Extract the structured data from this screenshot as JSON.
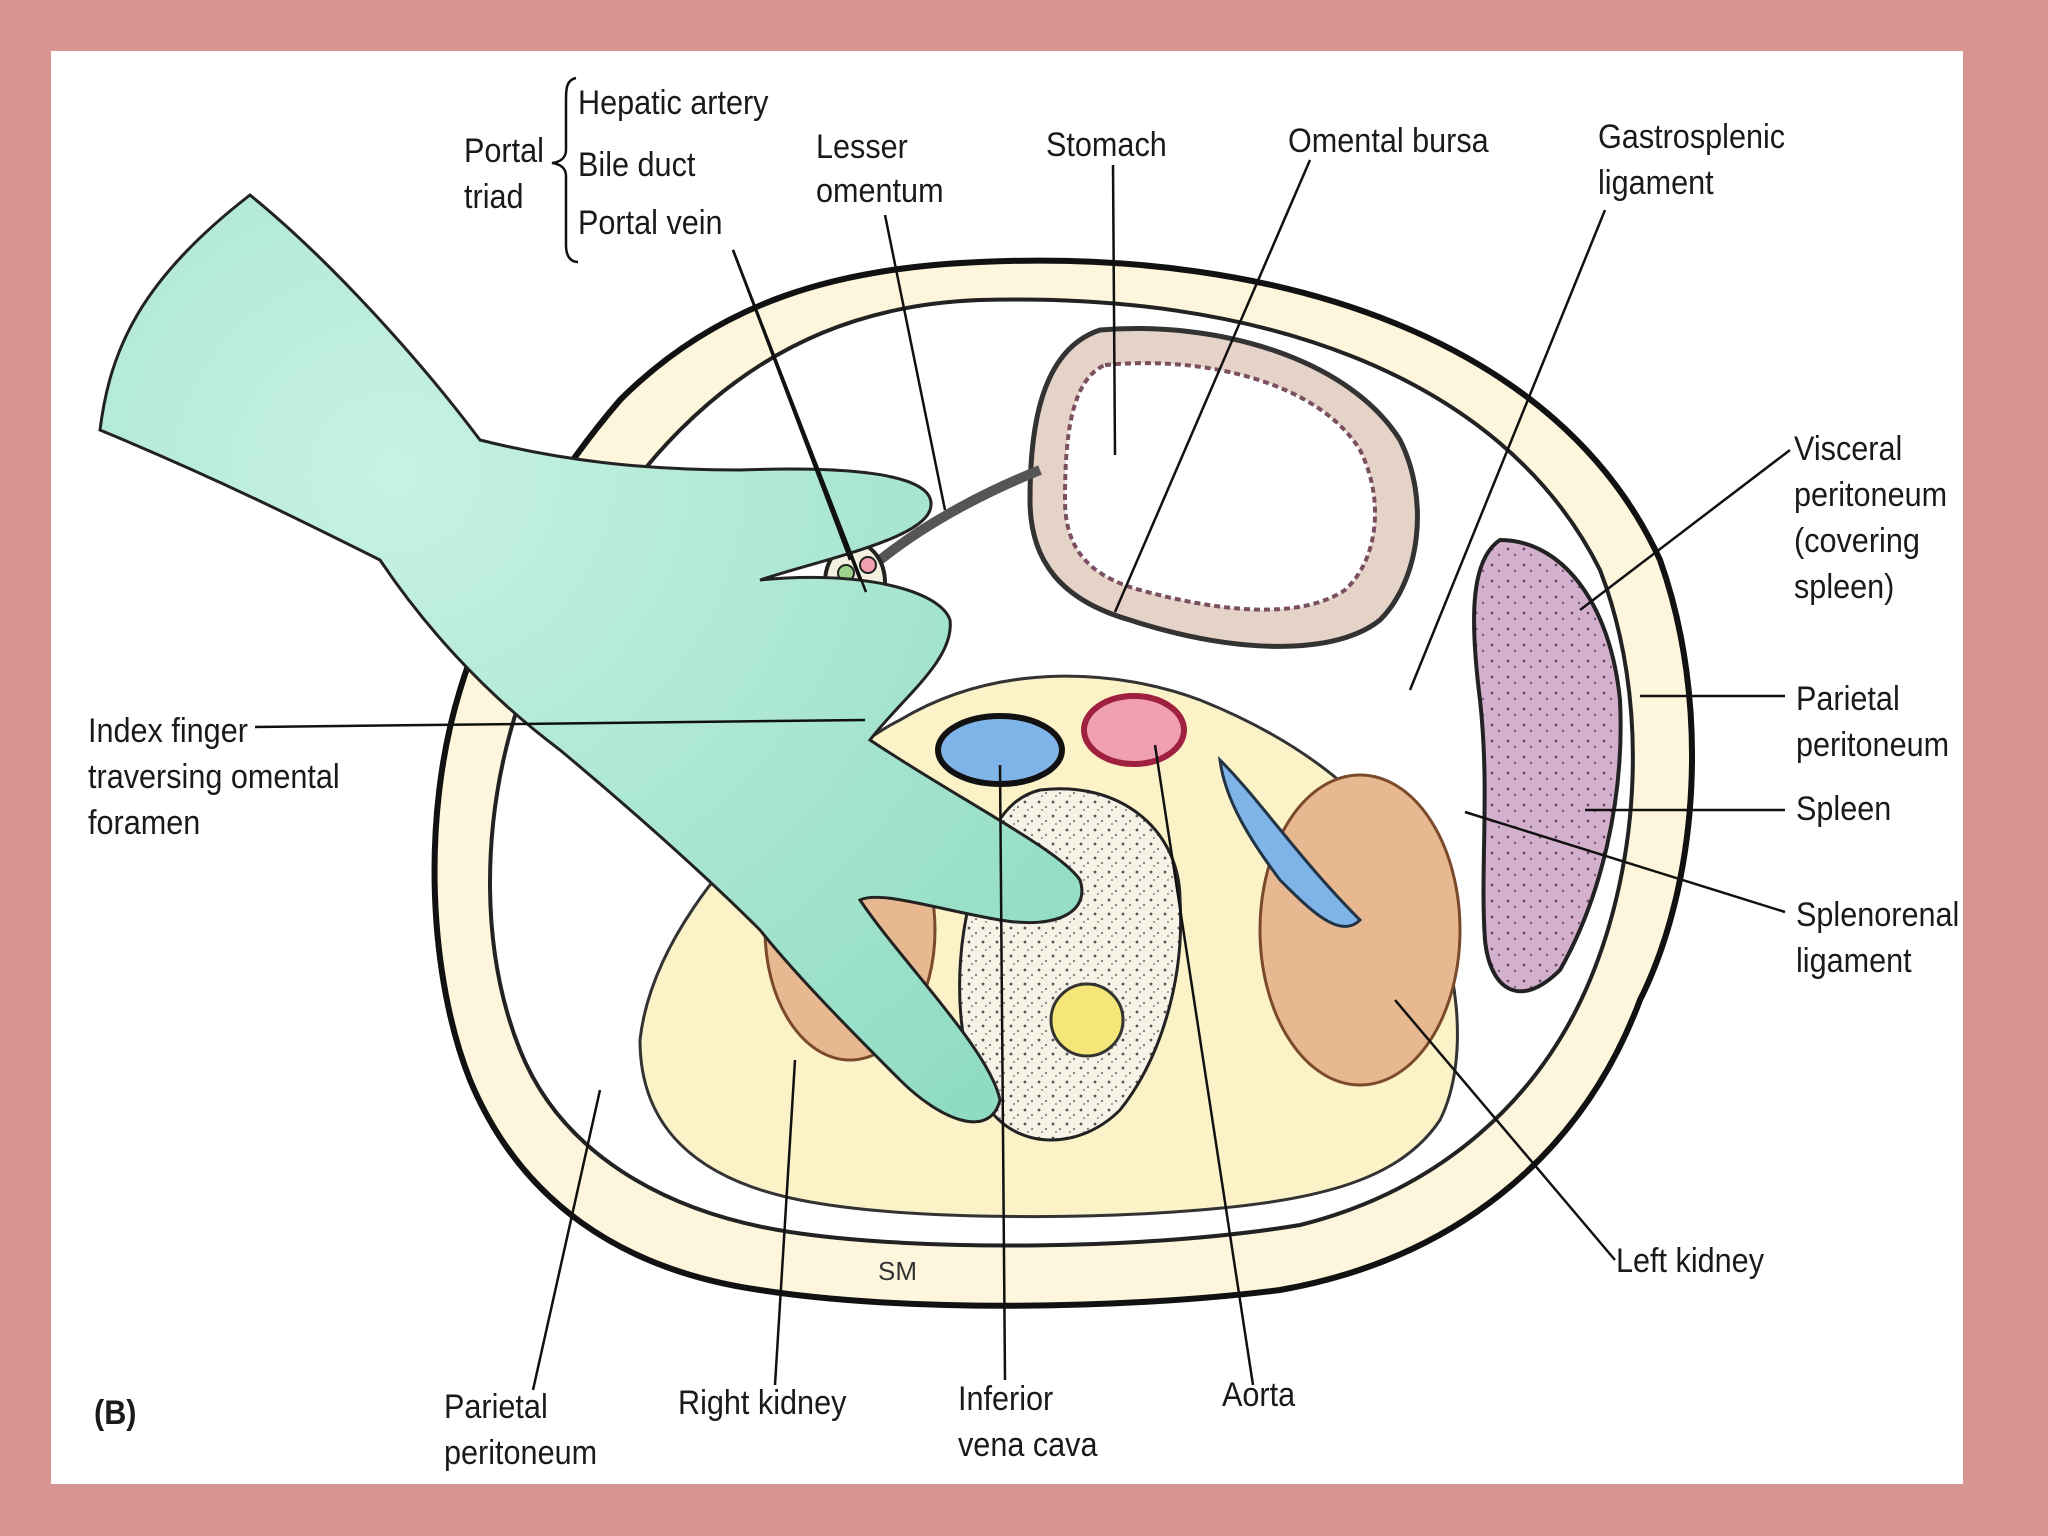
{
  "figure": {
    "panel_letter": "(B)",
    "signature": "SM",
    "colors": {
      "frame": "#d69593",
      "hand": "#9fe3cc",
      "ivc": "#7fb4e8",
      "aorta": "#f0a0b0",
      "spleen": "#c9a2c4",
      "kidney": "#e8b890",
      "spinal_cord": "#f4e678",
      "fat": "#fbf2c8"
    },
    "labels": {
      "portal_triad_line1": "Portal",
      "portal_triad_line2": "triad",
      "hepatic_artery": "Hepatic artery",
      "bile_duct": "Bile duct",
      "portal_vein": "Portal vein",
      "lesser_omentum_line1": "Lesser",
      "lesser_omentum_line2": "omentum",
      "stomach": "Stomach",
      "omental_bursa": "Omental bursa",
      "gastrosplenic_line1": "Gastrosplenic",
      "gastrosplenic_line2": "ligament",
      "visceral_line1": "Visceral",
      "visceral_line2": "peritoneum",
      "visceral_line3": "(covering",
      "visceral_line4": "spleen)",
      "parietal_right_line1": "Parietal",
      "parietal_right_line2": "peritoneum",
      "spleen": "Spleen",
      "splenorenal_line1": "Splenorenal",
      "splenorenal_line2": "ligament",
      "left_kidney": "Left kidney",
      "aorta": "Aorta",
      "ivc_line1": "Inferior",
      "ivc_line2": "vena cava",
      "right_kidney": "Right kidney",
      "parietal_bottom_line1": "Parietal",
      "parietal_bottom_line2": "peritoneum",
      "index_line1": "Index finger",
      "index_line2": "traversing omental",
      "index_line3": "foramen"
    }
  }
}
